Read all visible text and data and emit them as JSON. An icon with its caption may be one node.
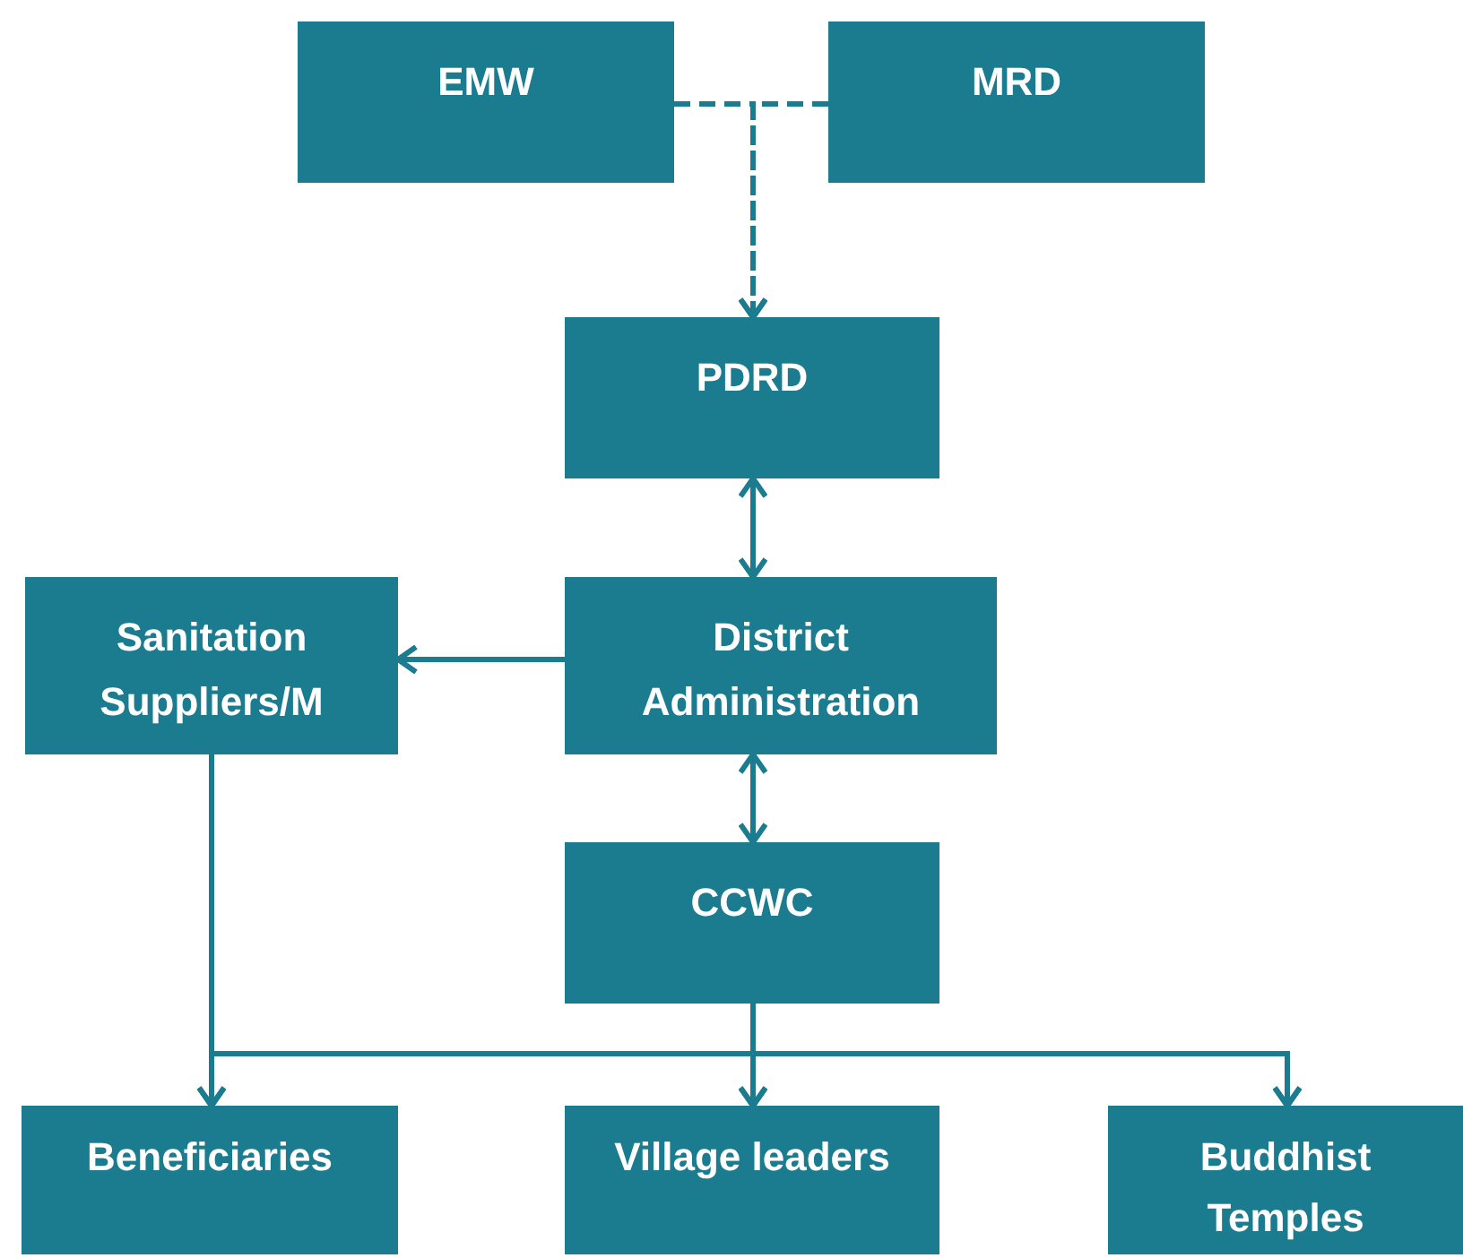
{
  "diagram": {
    "nodes": [
      {
        "text": [
          "EMW"
        ]
      },
      {
        "text": [
          "MRD"
        ]
      },
      {
        "text": [
          "PDRD"
        ]
      },
      {
        "text": [
          "District Administration"
        ]
      },
      {
        "text": [
          "Sanitation Suppliers/M"
        ]
      },
      {
        "text": [
          "CCWC"
        ]
      },
      {
        "text": [
          "Beneficiaries"
        ]
      },
      {
        "text": [
          "Village leaders"
        ]
      },
      {
        "text": [
          "Buddhist Temples"
        ]
      }
    ],
    "edges": [
      {
        "from": 0,
        "to": 2,
        "arrow": "to",
        "style": "dashed"
      },
      {
        "from": 1,
        "to": 2,
        "arrow": "to",
        "style": "dashed"
      },
      {
        "from": 2,
        "to": 3,
        "arrow": "both"
      },
      {
        "from": 3,
        "to": 4,
        "arrow": "to"
      },
      {
        "from": 4,
        "to": 6,
        "arrow": "to"
      },
      {
        "from": 4,
        "to": 7,
        "arrow": "to"
      },
      {
        "from": 4,
        "to": 8,
        "arrow": "to"
      },
      {
        "from": 5,
        "to": 6,
        "arrow": "to"
      },
      {
        "from": 5,
        "to": 7,
        "arrow": "to"
      },
      {
        "from": 5,
        "to": 8,
        "arrow": "to"
      },
      {
        "from": 3,
        "to": 5,
        "arrow": "both"
      }
    ]
  }
}
